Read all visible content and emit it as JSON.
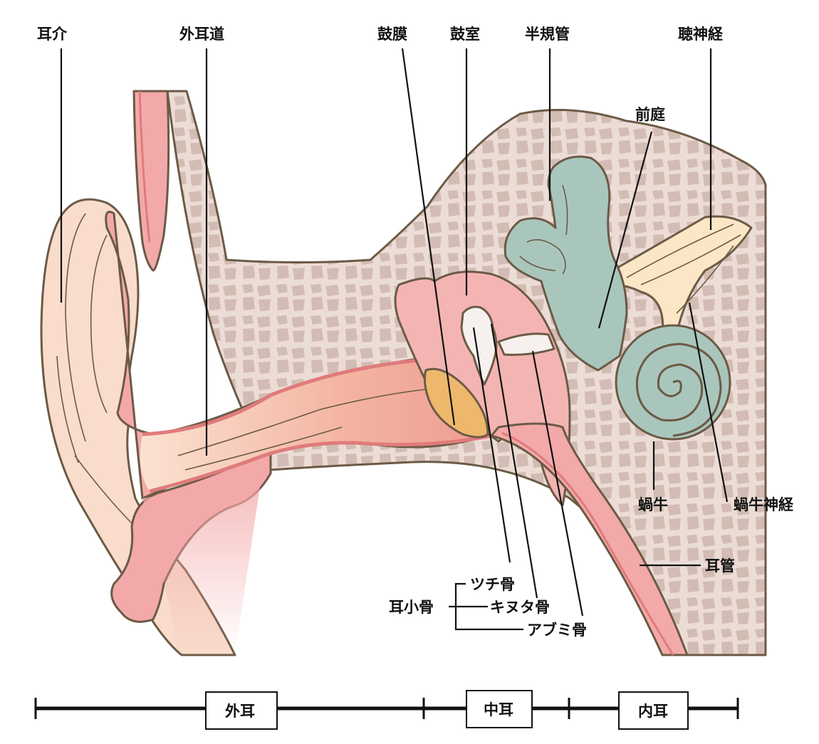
{
  "labels": {
    "auricle": "耳介",
    "ear_canal": "外耳道",
    "eardrum": "鼓膜",
    "tympanic_cavity": "鼓室",
    "semicircular_canals": "半規管",
    "auditory_nerve": "聴神経",
    "vestibule": "前庭",
    "cochlea": "蝸牛",
    "cochlear_nerve": "蝸牛神経",
    "eustachian_tube": "耳管",
    "ossicles": "耳小骨",
    "malleus": "ツチ骨",
    "incus": "キヌタ骨",
    "stapes": "アブミ骨"
  },
  "regions": {
    "outer_ear": "外耳",
    "middle_ear": "中耳",
    "inner_ear": "内耳"
  },
  "colors": {
    "skin": "#f9dccb",
    "canal": "#f3a9a9",
    "canal_lining": "#e07b7b",
    "bone": "#ecdcd6",
    "cell": "#d2bcb3",
    "eardrum": "#eeb86c",
    "labyrinth": "#a9c6bd",
    "nerve": "#fbe6c5",
    "outline": "#6b5a45"
  }
}
